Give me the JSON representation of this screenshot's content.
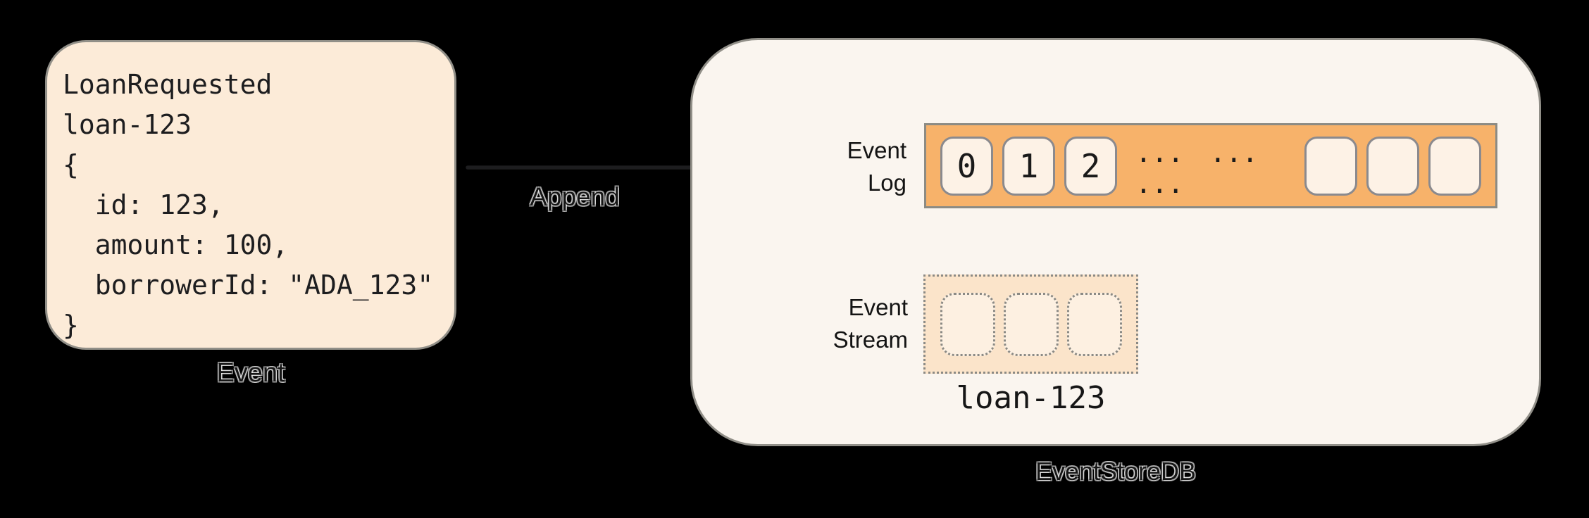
{
  "event_card": {
    "code": "LoanRequested\nloan-123\n{\n  id: 123,\n  amount: 100,\n  borrowerId: \"ADA_123\"\n}",
    "caption": "Event"
  },
  "arrow": {
    "label": "Append"
  },
  "eventstoredb": {
    "caption": "EventStoreDB",
    "event_log": {
      "label": "Event\nLog",
      "numbered_cells": [
        "0",
        "1",
        "2"
      ],
      "ellipsis": "... ... ...",
      "empty_cells": 3
    },
    "event_stream": {
      "label": "Event\nStream",
      "empty_cells": 3,
      "stream_name": "loan-123"
    }
  },
  "colors": {
    "canvas_bg": "#000000",
    "ink": "#1d1d1f",
    "card_fill": "#fcebd8",
    "panel_fill": "#faf5ef",
    "border_gray": "#918f88",
    "log_bar_fill": "#f7b26a",
    "cell_fill": "#fdf2e6",
    "stream_fill": "#fbe4ca",
    "stream_cell_fill": "#fdf0e1"
  }
}
